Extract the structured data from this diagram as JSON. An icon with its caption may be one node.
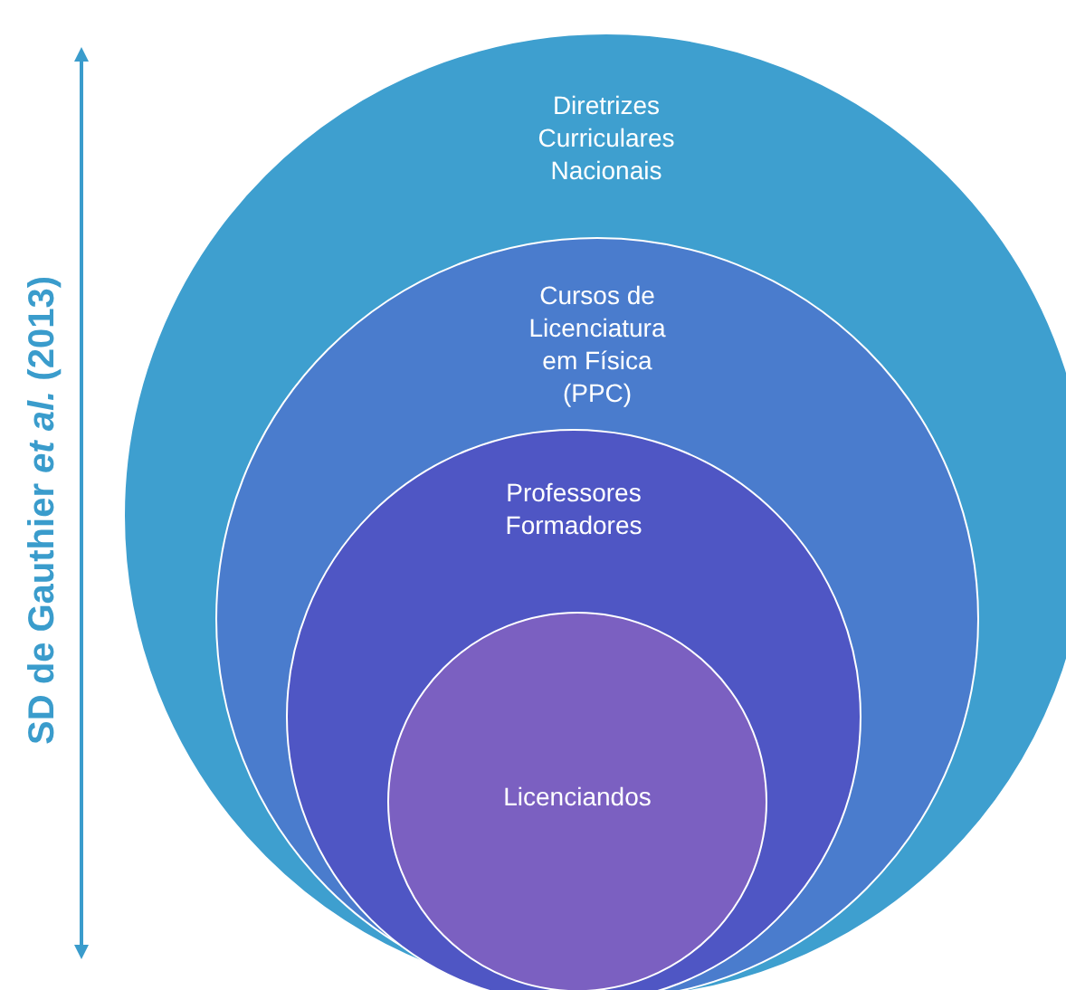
{
  "diagram": {
    "nodes": [
      {
        "text": [
          "Diretrizes Curriculares Nacionais"
        ]
      },
      {
        "text": [
          "Cursos de Licenciatura em Física (PPC)"
        ],
        "in": 0
      },
      {
        "text": [
          "Professores Formadores"
        ],
        "in": 1
      },
      {
        "text": [
          "Licenciandos"
        ],
        "in": 2
      }
    ],
    "edges": [],
    "labels": [
      "SD de Gauthier *et al.* (2013)"
    ]
  }
}
